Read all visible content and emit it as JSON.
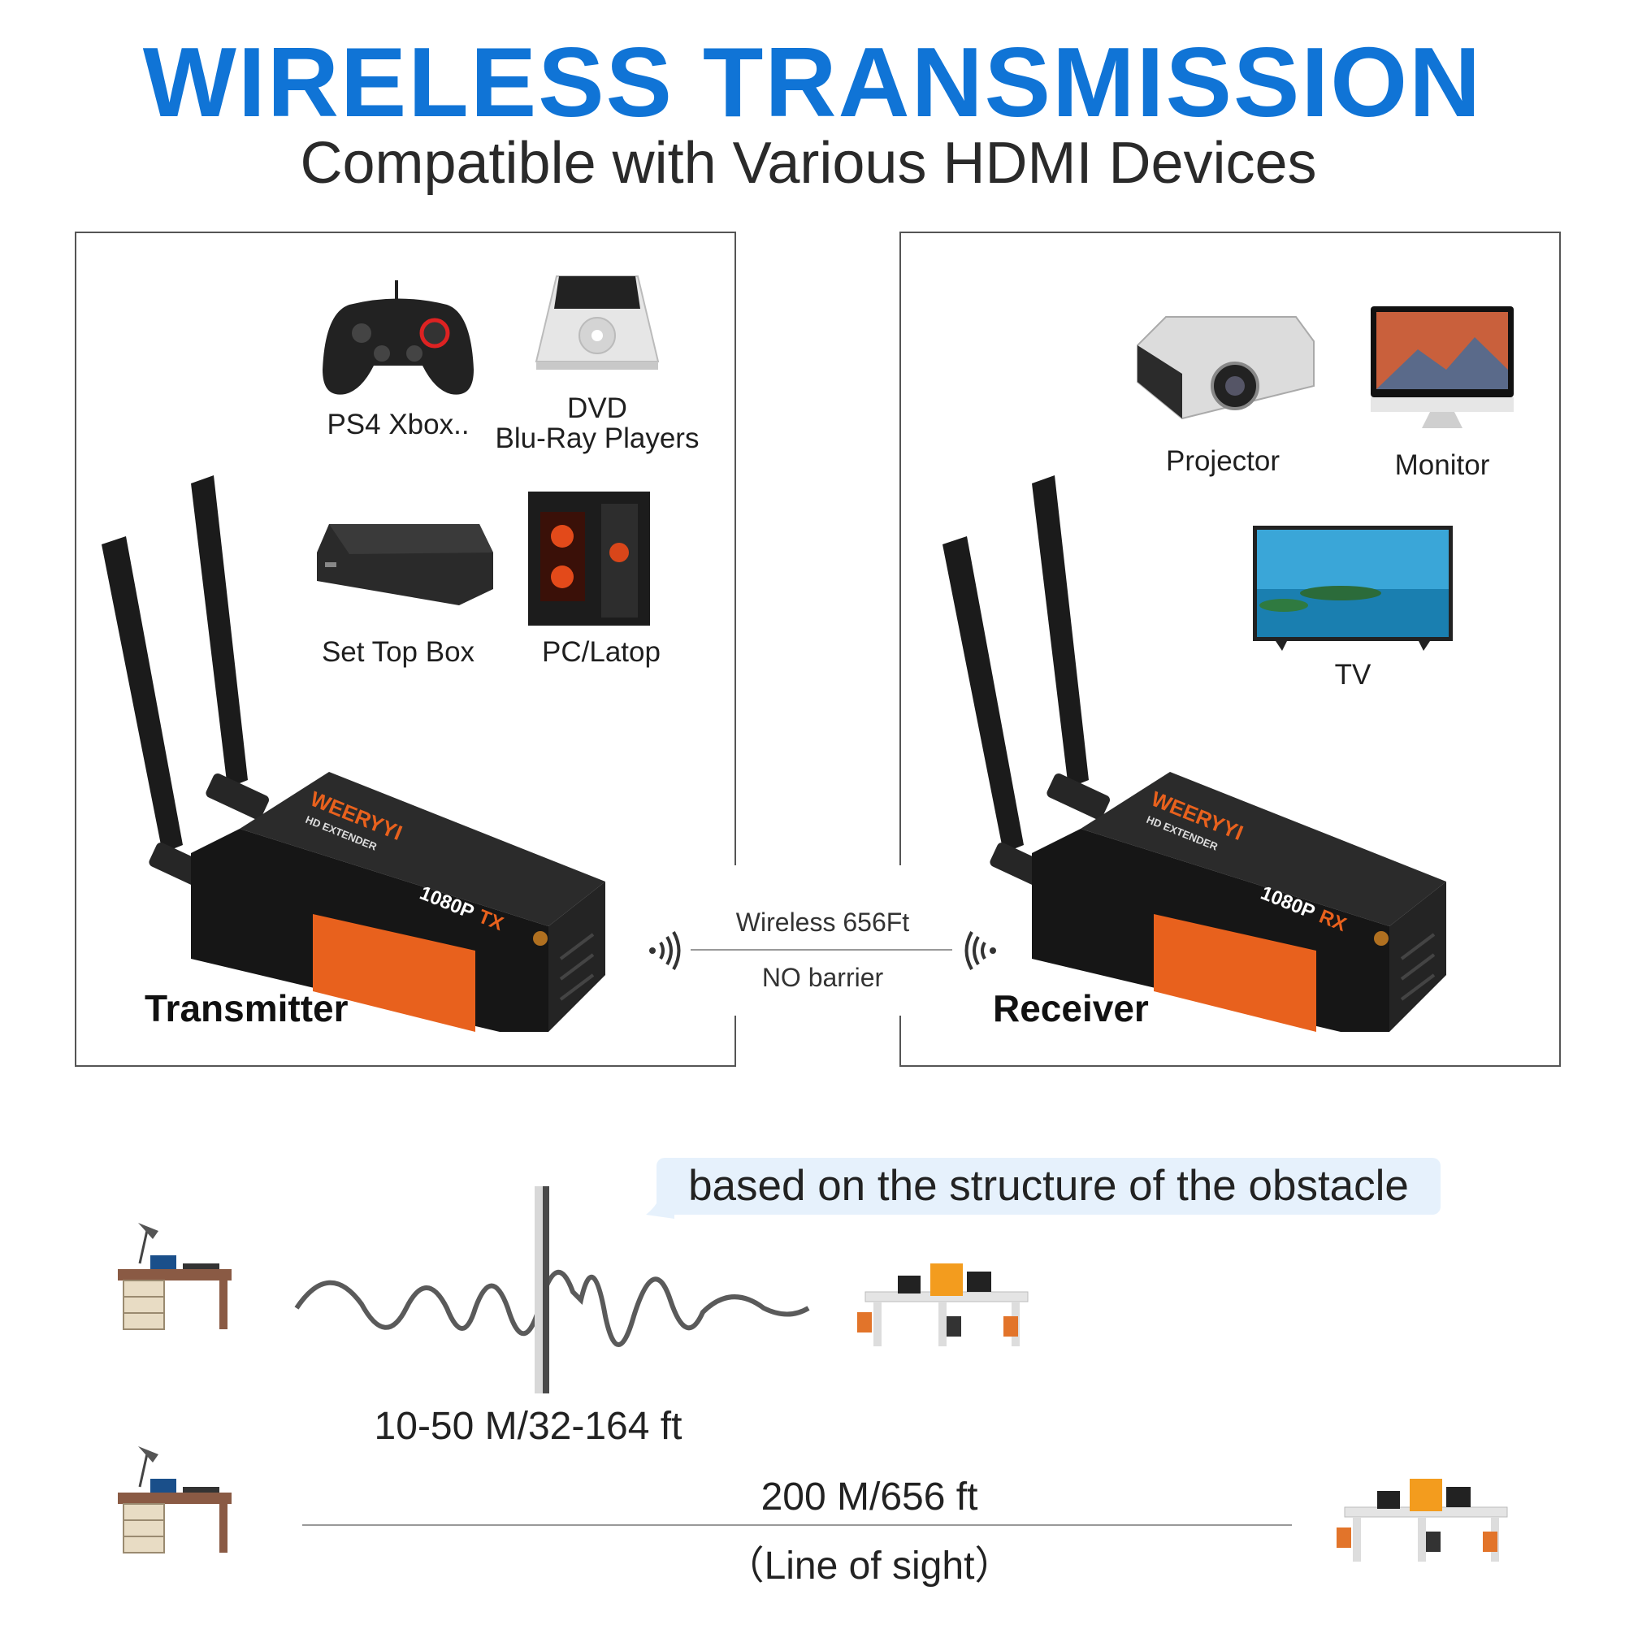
{
  "header": {
    "title": "WIRELESS TRANSMISSION",
    "subtitle": "Compatible with Various HDMI Devices"
  },
  "transmitter_panel": {
    "role_label": "Transmitter",
    "device_brand": "WEERYYI",
    "device_model": "HD EXTENDER",
    "device_badge": "1080P",
    "device_badge_suffix": "TX",
    "sources": [
      {
        "label": "PS4 Xbox..",
        "icon": "game-controller-icon"
      },
      {
        "label": "DVD\nBlu-Ray Players",
        "icon": "dvd-player-icon"
      },
      {
        "label": "Set Top Box",
        "icon": "set-top-box-icon"
      },
      {
        "label": "PC/Latop",
        "icon": "pc-tower-icon"
      }
    ]
  },
  "receiver_panel": {
    "role_label": "Receiver",
    "device_brand": "WEERYYI",
    "device_model": "HD EXTENDER",
    "device_badge": "1080P",
    "device_badge_suffix": "RX",
    "displays": [
      {
        "label": "Projector",
        "icon": "projector-icon"
      },
      {
        "label": "Monitor",
        "icon": "monitor-icon"
      },
      {
        "label": "TV",
        "icon": "tv-icon"
      }
    ]
  },
  "link": {
    "top_text": "Wireless 656Ft",
    "bottom_text": "NO barrier"
  },
  "range_section": {
    "callout": "based on the structure of the obstacle",
    "obstacle_range": "10-50 M/32-164 ft",
    "los_range": "200 M/656 ft",
    "los_note": "（Line of sight）"
  },
  "colors": {
    "title_blue": "#1074d6",
    "device_orange": "#e8611d",
    "callout_bg": "#e6f1fc"
  }
}
